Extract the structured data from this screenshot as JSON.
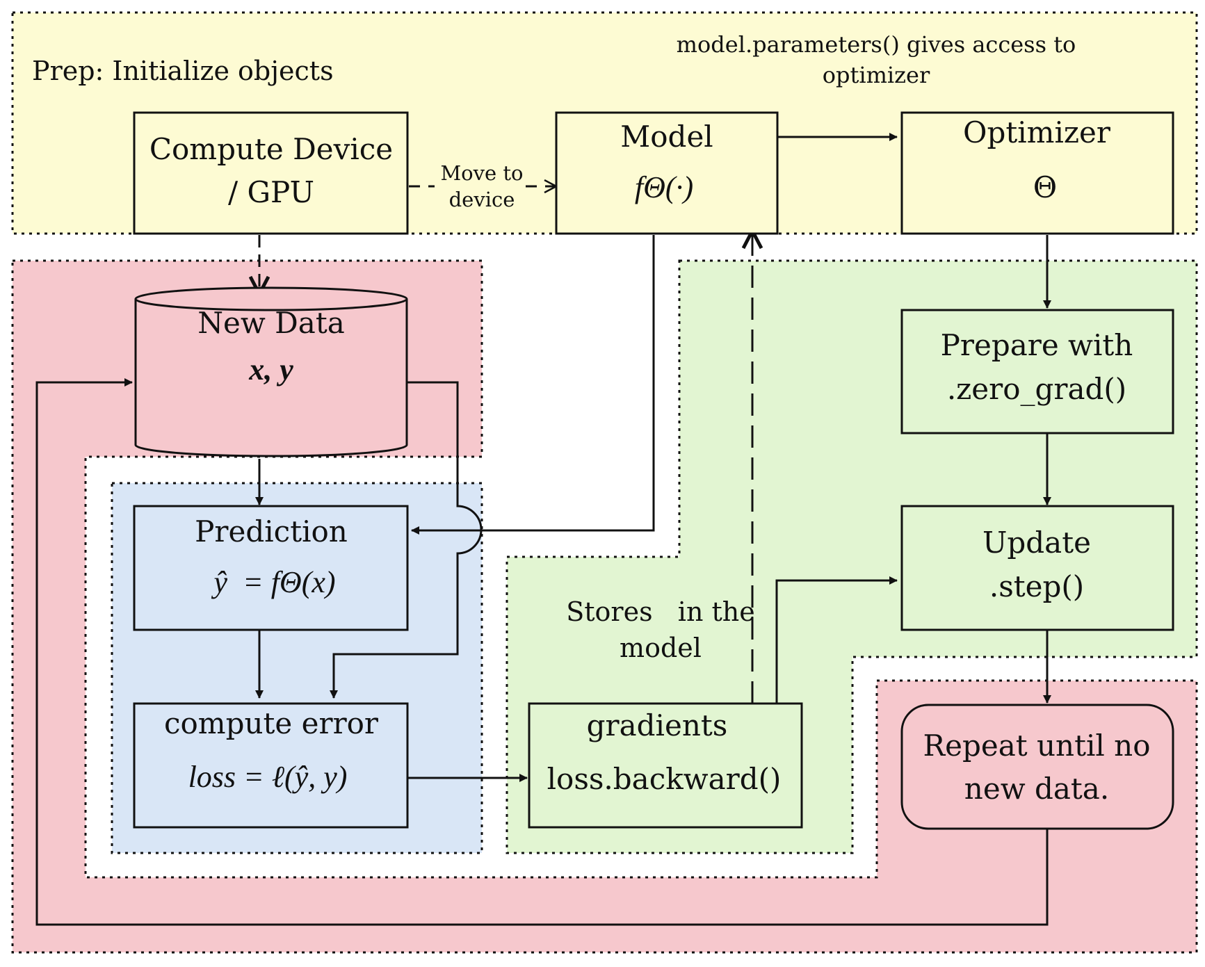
{
  "colors": {
    "prep_fill": "#fdfbd3",
    "data_loop_fill": "#f6c8cd",
    "predict_fill": "#d9e6f6",
    "update_fill": "#e2f5d2",
    "line": "#111111"
  },
  "prep": {
    "label": "Prep: Initialize objects",
    "note_line1": "model.parameters() gives access to",
    "note_line2": "optimizer"
  },
  "device": {
    "line1": "Compute Device",
    "line2": "/ GPU"
  },
  "move_label": {
    "line1": "Move to",
    "line2": "device"
  },
  "model": {
    "title": "Model",
    "formula": "fΘ(·)"
  },
  "optimizer": {
    "title": "Optimizer",
    "symbol": "Θ"
  },
  "new_data": {
    "title": "New Data",
    "vars": "x, y"
  },
  "prediction": {
    "title": "Prediction",
    "formula": "ŷ  = fΘ(x)"
  },
  "compute_error": {
    "title": "compute error",
    "formula": "loss = ℓ(ŷ, y)"
  },
  "gradients": {
    "title": "gradients",
    "call": "loss.backward()"
  },
  "stores_note": {
    "line1": "Stores   in the",
    "line2": "model"
  },
  "prepare": {
    "line1": "Prepare with",
    "line2": ".zero_grad()"
  },
  "update": {
    "line1": "Update",
    "line2": ".step()"
  },
  "repeat": {
    "line1": "Repeat until no",
    "line2": "new data."
  }
}
